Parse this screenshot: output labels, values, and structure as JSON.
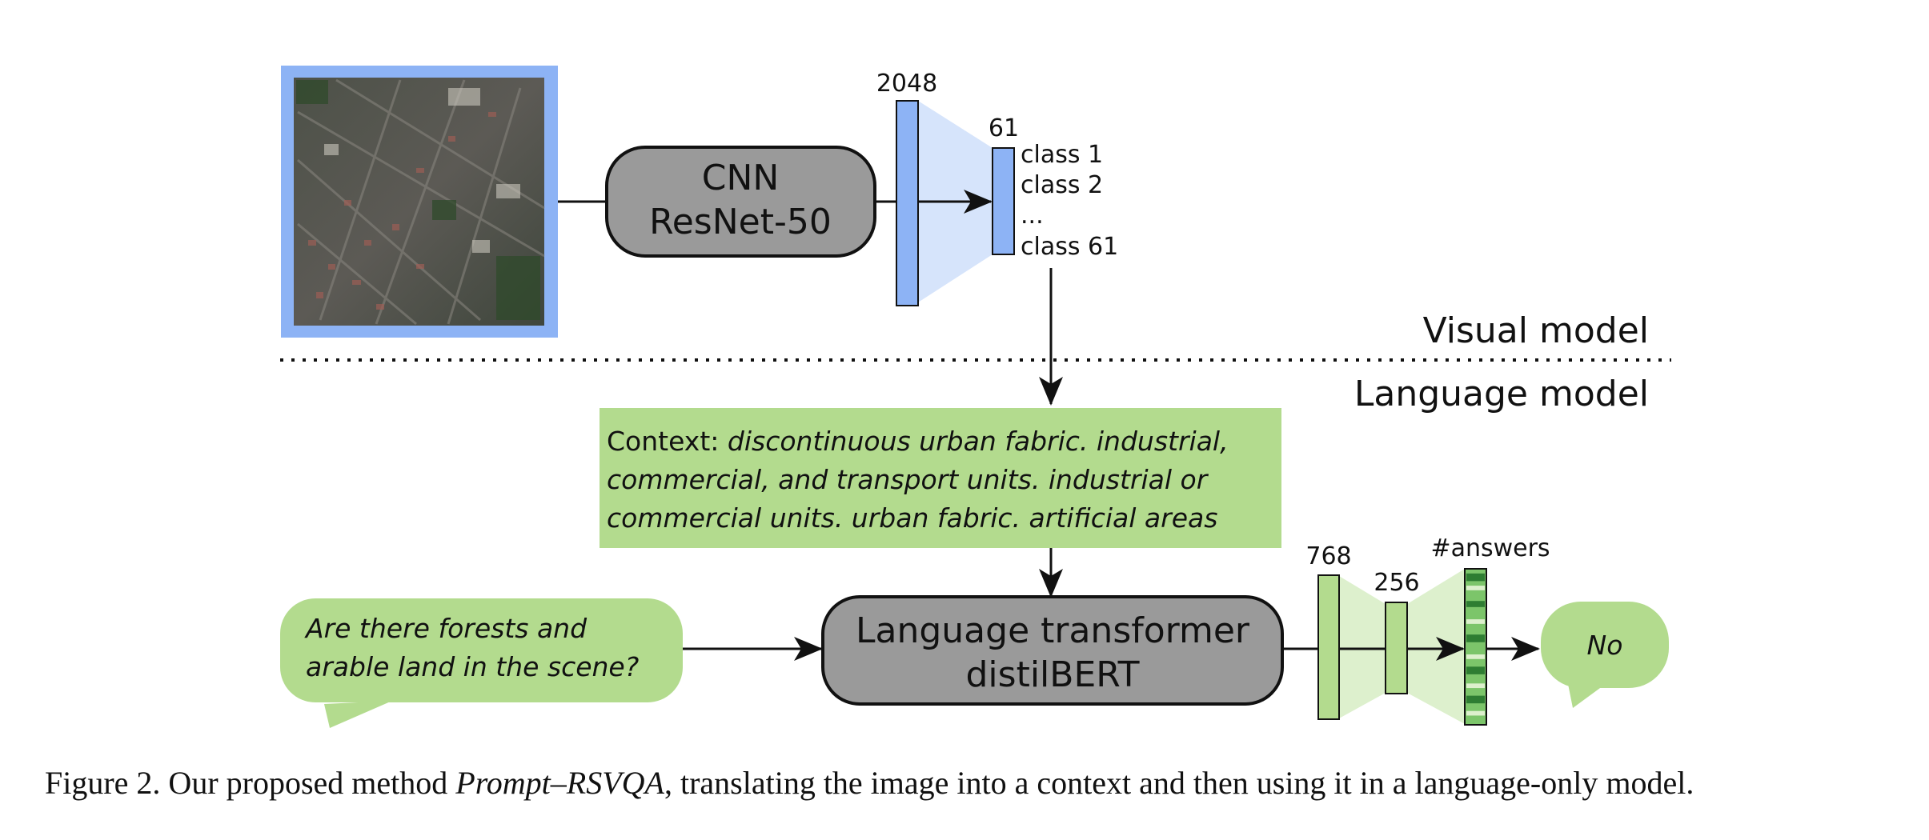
{
  "visual": {
    "cnn_line1": "CNN",
    "cnn_line2": "ResNet-50",
    "dim_in": "2048",
    "dim_out": "61",
    "classes": [
      "class 1",
      "class 2",
      "...",
      "class 61"
    ],
    "section_label": "Visual model"
  },
  "language": {
    "section_label": "Language model",
    "context_prefix": "Context: ",
    "context_lines": [
      "discontinuous urban fabric. industrial,",
      "commercial, and transport units. industrial or",
      "commercial units. urban fabric. artificial areas"
    ],
    "question_lines": [
      "Are there forests and",
      "arable land in the scene?"
    ],
    "transformer_line1": "Language transformer",
    "transformer_line2": "distilBERT",
    "dim_768": "768",
    "dim_256": "256",
    "dim_answers": "#answers",
    "answer": "No"
  },
  "caption": {
    "prefix": "Figure 2. Our proposed method ",
    "method": "Prompt–RSVQA",
    "suffix": ", translating the image into a context and then using it in a language-only model."
  },
  "colors": {
    "blue": "#8DB3F5",
    "light_blue": "#D6E4FB",
    "green": "#B3DB8E",
    "light_green": "#DDF0CD",
    "gray": "#9A9A9A",
    "dark_green": "#2E7D32"
  }
}
